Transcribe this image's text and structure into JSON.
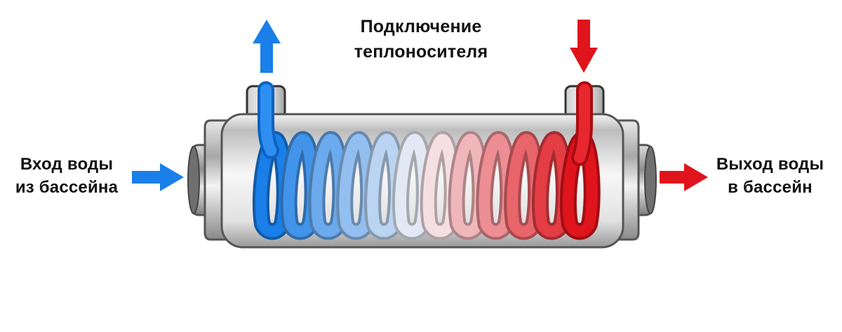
{
  "labels": {
    "coolant_line1": "Подключение",
    "coolant_line2": "теплоносителя",
    "inlet_line1": "Вход воды",
    "inlet_line2": "из бассейна",
    "outlet_line1": "Выход воды",
    "outlet_line2": "в бассейн"
  },
  "colors": {
    "cold": "#1a7fe8",
    "hot": "#e0141c",
    "shell": "#d9d9d9",
    "text": "#111111"
  },
  "coil": {
    "turns": 12
  }
}
